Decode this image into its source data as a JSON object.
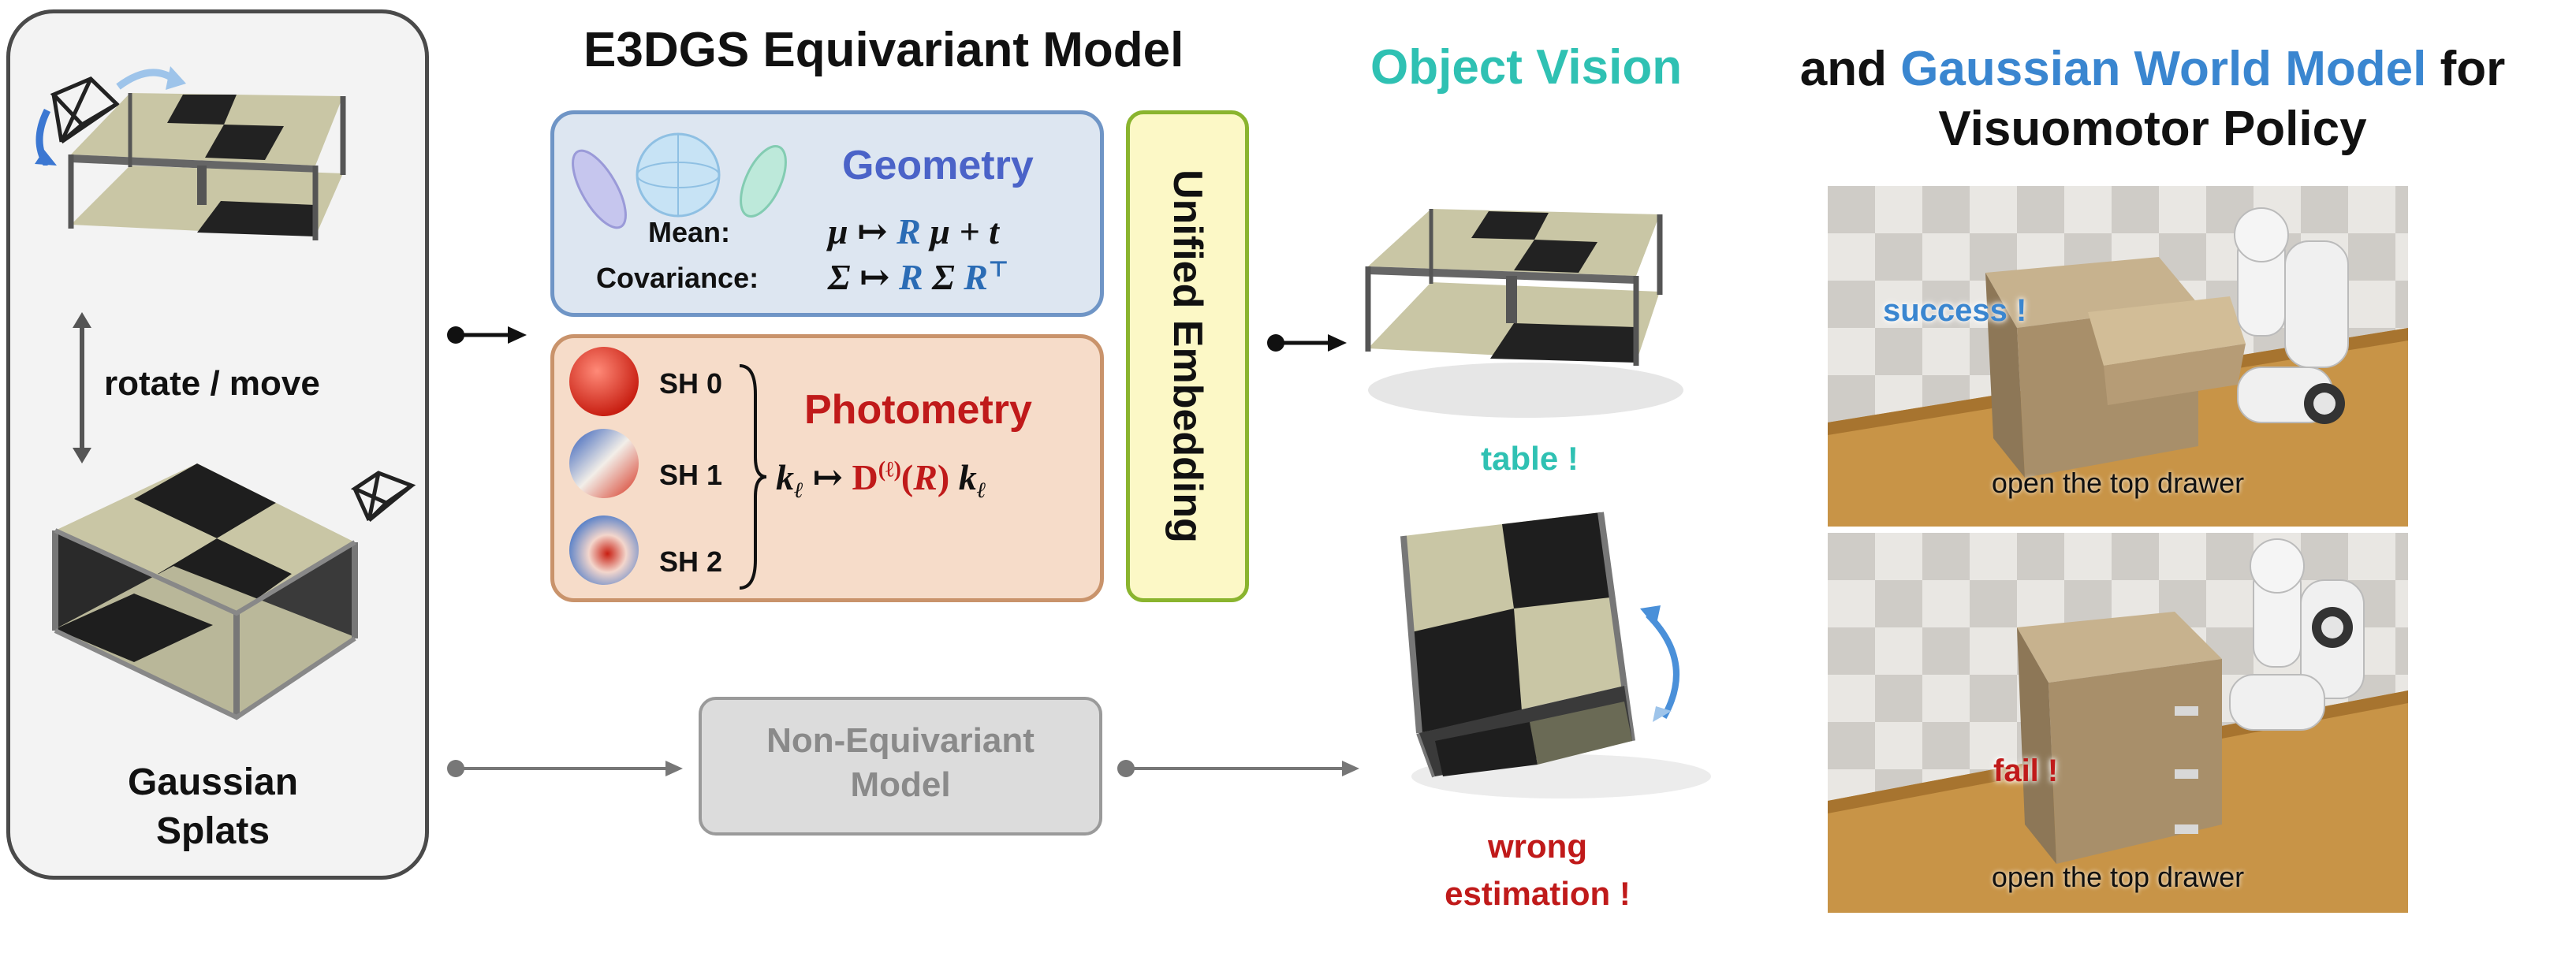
{
  "left_panel": {
    "action_label": "rotate / move",
    "caption_line1": "Gaussian",
    "caption_line2": "Splats"
  },
  "header": {
    "model_title": "E3DGS Equivariant Model",
    "object_vision": "Object Vision",
    "title_and": "and",
    "title_gwm": "Gaussian World Model",
    "title_for": "for",
    "title_line2": "Visuomotor Policy"
  },
  "geometry": {
    "title": "Geometry",
    "mean_label": "Mean:",
    "cov_label": "Covariance:"
  },
  "photometry": {
    "title": "Photometry",
    "sh0": "SH 0",
    "sh1": "SH 1",
    "sh2": "SH 2"
  },
  "unified": {
    "label": "Unified Embedding"
  },
  "nonequivariant": {
    "line1": "Non-Equivariant",
    "line2": "Model"
  },
  "outputs": {
    "correct_label": "table !",
    "wrong_line1": "wrong",
    "wrong_line2": "estimation !"
  },
  "policy": {
    "success_label": "success !",
    "fail_label": "fail !",
    "instruction_top": "open the top drawer",
    "instruction_bottom": "open the top drawer"
  },
  "colors": {
    "teal": "#2fc1b3",
    "blue": "#3a86d0",
    "red": "#c01a1a",
    "geometry_title": "#4b63c8",
    "photometry_title": "#c01a1a"
  }
}
